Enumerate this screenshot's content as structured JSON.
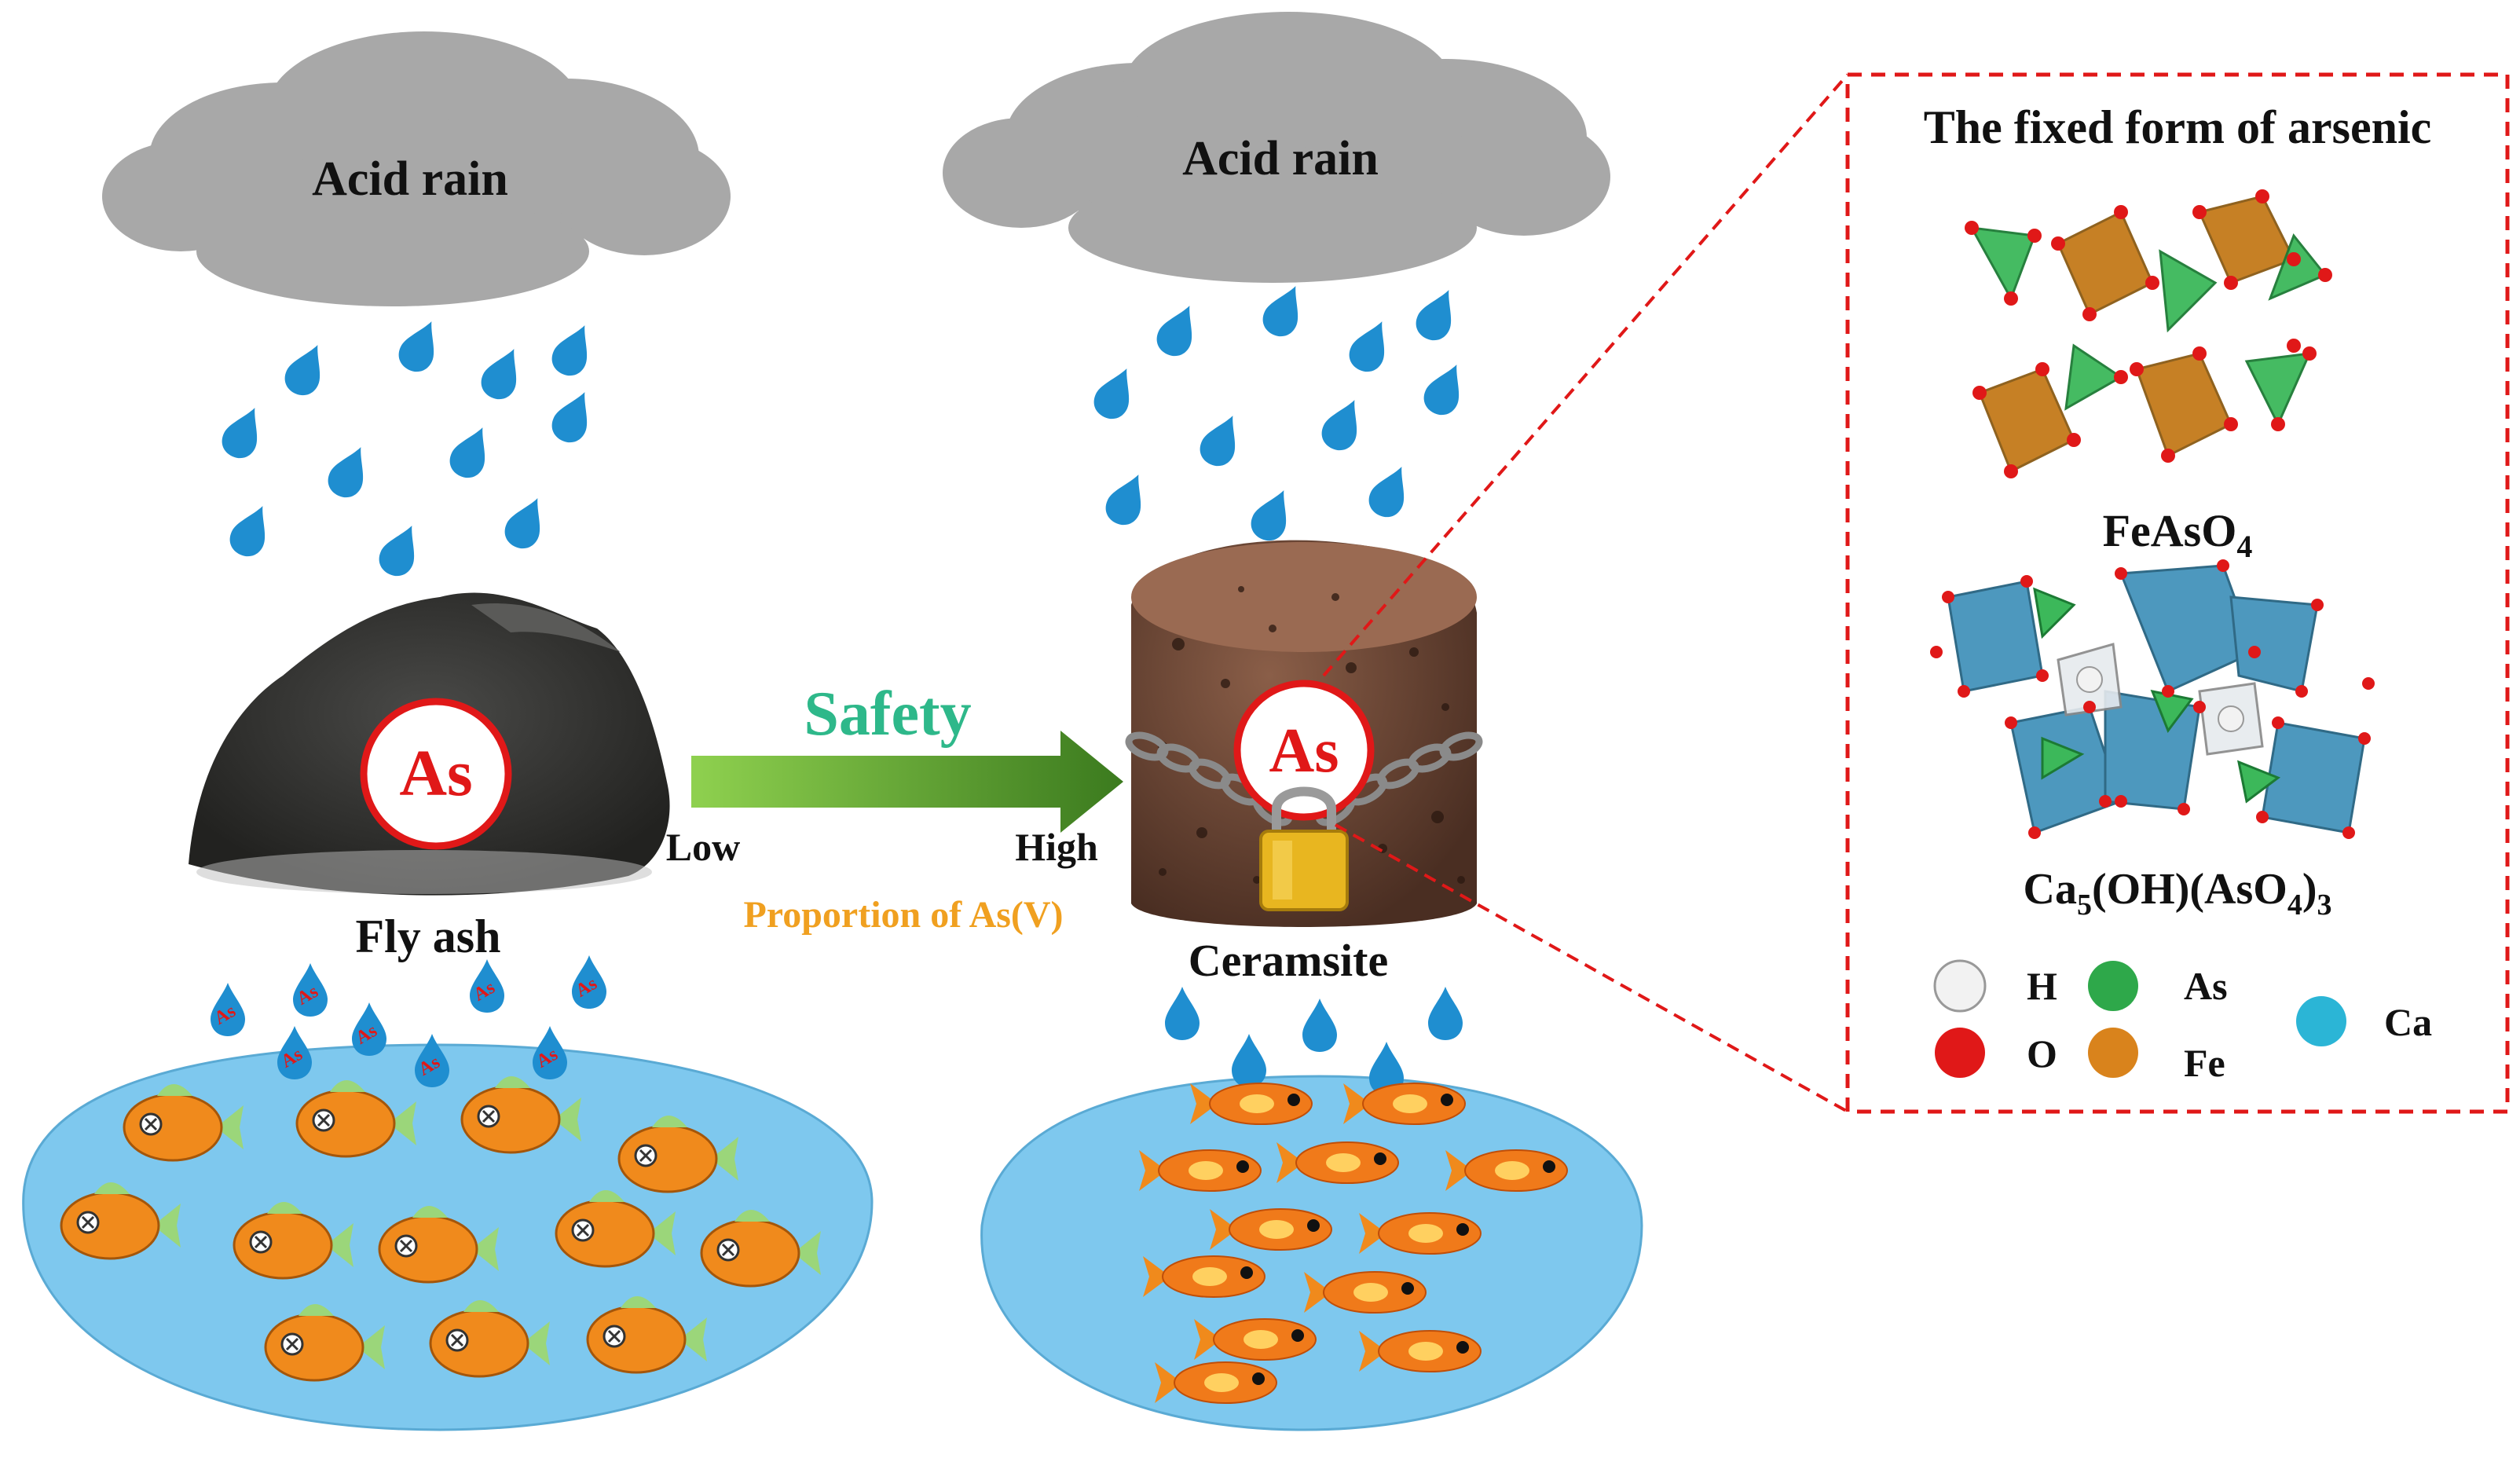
{
  "clouds": {
    "left_label": "Acid rain",
    "right_label": "Acid rain"
  },
  "left": {
    "element_symbol": "As",
    "material_label": "Fly ash",
    "droplet_label": "As"
  },
  "arrow": {
    "title": "Safety",
    "low_label": "Low",
    "high_label": "High",
    "caption": "Proportion of As(V)"
  },
  "right": {
    "element_symbol": "As",
    "material_label": "Ceramsite"
  },
  "inset": {
    "title": "The fixed form of arsenic",
    "compound1": {
      "base": "FeAsO",
      "sub": "4"
    },
    "compound2": {
      "p1": "Ca",
      "s1": "5",
      "p2": "(OH)(AsO",
      "s2": "4",
      "p3": ")",
      "s3": "3"
    },
    "legend": [
      {
        "label": "H",
        "color": "#f2f2f2"
      },
      {
        "label": "As",
        "color": "#2ea84a"
      },
      {
        "label": "O",
        "color": "#e01818"
      },
      {
        "label": "Fe",
        "color": "#d9831c"
      },
      {
        "label": "Ca",
        "color": "#2bb5d6"
      }
    ]
  },
  "colors": {
    "cloud": "#a8a8a8",
    "raindrop": "#1f8ed0",
    "water": "#7ec8ee",
    "arrow_start": "#8fd14f",
    "arrow_end": "#3b7a1e",
    "safety_text": "#2eb88a",
    "caption_text": "#f0a020",
    "accent_red": "#e01818",
    "fish": "#f08a1c"
  }
}
